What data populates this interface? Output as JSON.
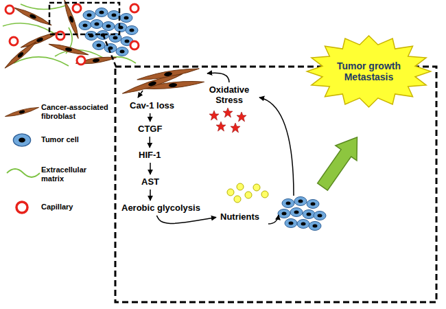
{
  "diagram": {
    "nodes": [
      {
        "text": [
          "Cav-1 loss"
        ]
      },
      {
        "text": [
          "CTGF"
        ]
      },
      {
        "text": [
          "HIF-1"
        ]
      },
      {
        "text": [
          "AST"
        ]
      },
      {
        "text": [
          "Aerobic glycolysis"
        ]
      },
      {
        "text": [
          "Nutrients"
        ]
      },
      {
        "text": [
          "Oxidative Stress"
        ]
      },
      {
        "text": [
          "Tumor growth Metastasis"
        ]
      }
    ],
    "edges": [
      {
        "from": 0,
        "to": 1,
        "arrow": "to"
      },
      {
        "from": 1,
        "to": 2,
        "arrow": "to"
      },
      {
        "from": 2,
        "to": 3,
        "arrow": "to"
      },
      {
        "from": 3,
        "to": 4,
        "arrow": "to"
      },
      {
        "from": 4,
        "to": 5,
        "arrow": "to"
      }
    ],
    "legend": [
      {
        "text": "Cancer-associated fibroblast"
      },
      {
        "text": "Tumor cell"
      },
      {
        "text": "Extracellular matrix"
      },
      {
        "text": "Capillary"
      }
    ]
  }
}
